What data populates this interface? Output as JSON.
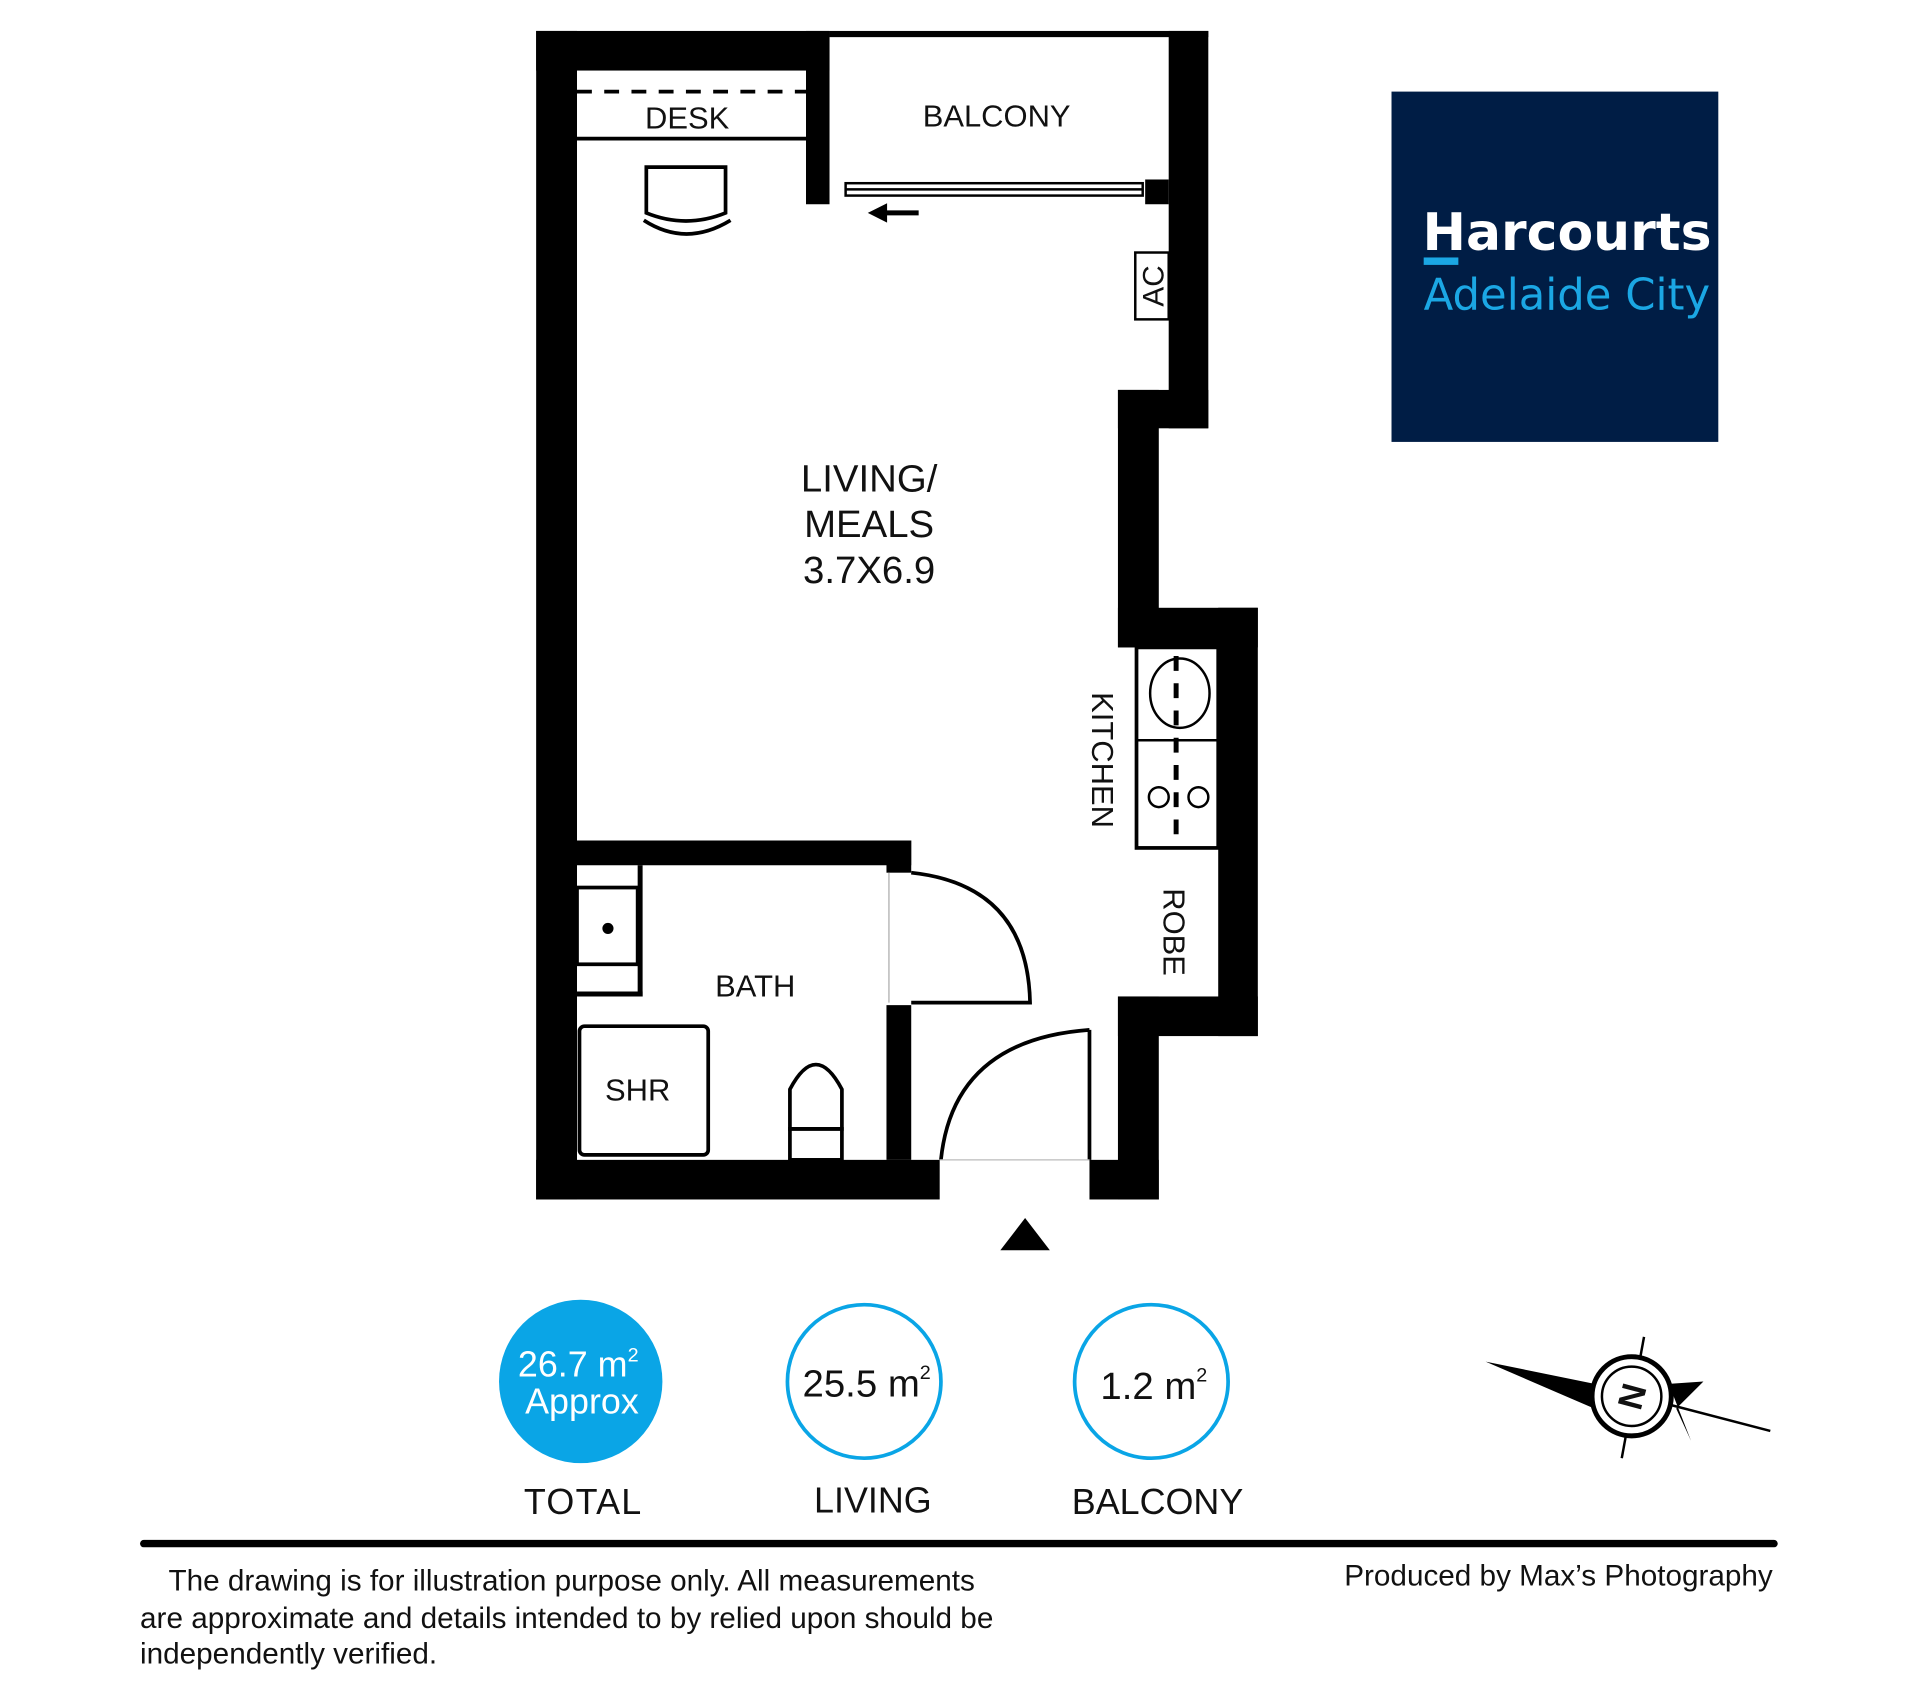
{
  "rooms": {
    "desk": "DESK",
    "balcony": "BALCONY",
    "ac": "AC",
    "living_line1": "LIVING/",
    "living_line2": "MEALS",
    "living_dims": "3.7X6.9",
    "kitchen": "KITCHEN",
    "robe": "ROBE",
    "bath": "BATH",
    "shower": "SHR"
  },
  "logo": {
    "brand": "Harcourts",
    "office": "Adelaide City",
    "bg_color": "#001d45",
    "accent_color": "#1ba7e4"
  },
  "areas": {
    "accent_color": "#0aa5e6",
    "total": {
      "value": "26.7 m",
      "sup": "2",
      "note": "Approx",
      "label": "TOTAL"
    },
    "living": {
      "value": "25.5 m",
      "sup": "2",
      "label": "LIVING"
    },
    "balcony": {
      "value": "1.2 m",
      "sup": "2",
      "label": "BALCONY"
    }
  },
  "compass": {
    "letter": "N"
  },
  "footer": {
    "disclaimer_line1": "The drawing is for illustration purpose only.  All measurements",
    "disclaimer_line2": "are approximate and details intended to by relied upon should be",
    "disclaimer_line3": "independently verified.",
    "credit": "Produced by Max’s Photography"
  }
}
